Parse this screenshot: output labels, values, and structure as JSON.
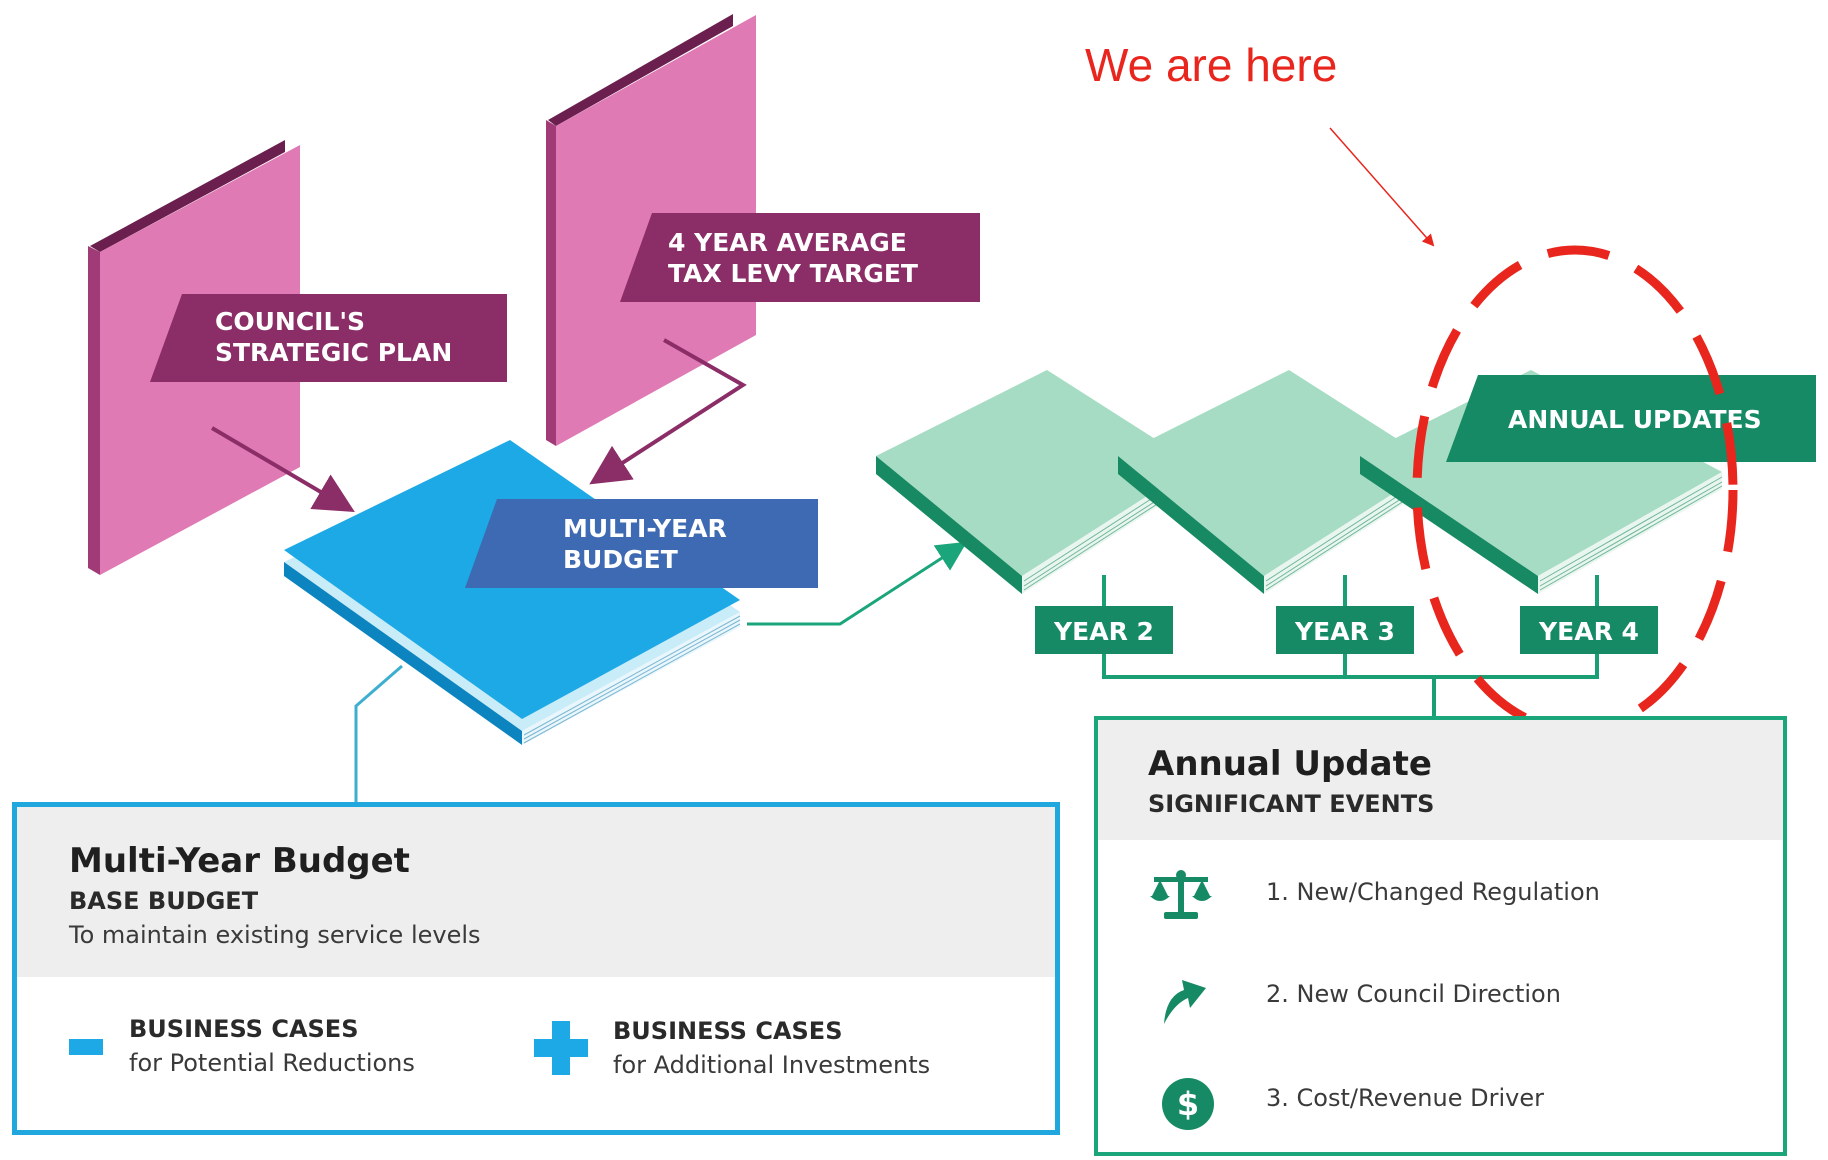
{
  "annotation": {
    "text": "We are here",
    "color": "#e8261d"
  },
  "inputs": [
    {
      "label_line1": "COUNCIL'S",
      "label_line2": "STRATEGIC PLAN"
    },
    {
      "label_line1": "4 YEAR AVERAGE",
      "label_line2": "TAX LEVY TARGET"
    }
  ],
  "multi_year_book": {
    "label_line1": "MULTI-YEAR",
    "label_line2": "BUDGET"
  },
  "annual_updates_label": "ANNUAL UPDATES",
  "years": [
    "YEAR 2",
    "YEAR 3",
    "YEAR 4"
  ],
  "multi_year_budget_box": {
    "title": "Multi-Year Budget",
    "subtitle": "BASE BUDGET",
    "description": "To maintain existing service levels",
    "cases": [
      {
        "sign": "minus",
        "title": "BUSINESS CASES",
        "description": "for Potential Reductions"
      },
      {
        "sign": "plus",
        "title": "BUSINESS CASES",
        "description": "for Additional Investments"
      }
    ]
  },
  "annual_update_box": {
    "title": "Annual Update",
    "subtitle": "SIGNIFICANT EVENTS",
    "events": [
      {
        "icon": "scales-icon",
        "text": "1. New/Changed Regulation"
      },
      {
        "icon": "arrow-up-icon",
        "text": "2. New Council Direction"
      },
      {
        "icon": "dollar-icon",
        "text": "3. Cost/Revenue Driver"
      }
    ]
  },
  "colors": {
    "pink": "#e07ab4",
    "plum": "#8b2d67",
    "blue": "#1ca9e6",
    "navy_label": "#3d6ab2",
    "mint": "#a6dcc4",
    "green": "#168a64",
    "teal_line": "#3daed0"
  }
}
